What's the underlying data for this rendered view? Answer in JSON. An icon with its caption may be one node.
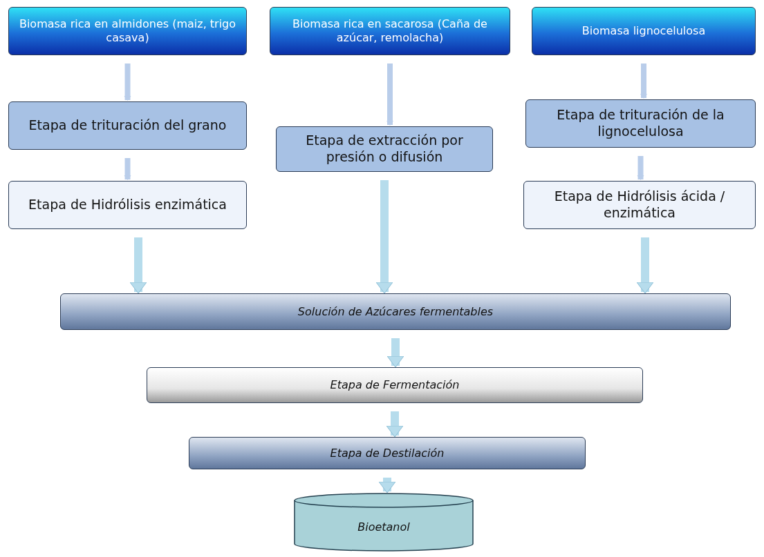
{
  "diagram": {
    "nodes": [
      {
        "text": [
          "Biomasa rica en almidones (maiz, trigo casava)"
        ]
      },
      {
        "text": [
          "Biomasa rica en sacarosa (Caña de azúcar, remolacha)"
        ]
      },
      {
        "text": [
          "Biomasa lignocelulosa"
        ]
      },
      {
        "text": [
          "Etapa de trituración del grano"
        ]
      },
      {
        "text": [
          "Etapa de extracción por presión o difusión"
        ]
      },
      {
        "text": [
          "Etapa de trituración de la lignocelulosa"
        ]
      },
      {
        "text": [
          "Etapa de Hidrólisis enzimática"
        ]
      },
      {
        "text": [
          "Etapa de Hidrólisis ácida / enzimática"
        ]
      },
      {
        "text": [
          "Solución de Azúcares fermentables"
        ]
      },
      {
        "text": [
          "Etapa de Fermentación"
        ]
      },
      {
        "text": [
          "Etapa de Destilación"
        ]
      },
      {
        "text": [
          "Bioetanol"
        ]
      }
    ],
    "edges": [
      {
        "from": 0,
        "to": 3,
        "arrow": "to"
      },
      {
        "from": 3,
        "to": 6,
        "arrow": "to"
      },
      {
        "from": 6,
        "to": 8,
        "arrow": "to"
      },
      {
        "from": 1,
        "to": 4,
        "arrow": "to"
      },
      {
        "from": 4,
        "to": 8,
        "arrow": "to"
      },
      {
        "from": 2,
        "to": 5,
        "arrow": "to"
      },
      {
        "from": 5,
        "to": 7,
        "arrow": "to"
      },
      {
        "from": 7,
        "to": 8,
        "arrow": "to"
      },
      {
        "from": 8,
        "to": 9,
        "arrow": "to"
      },
      {
        "from": 9,
        "to": 10,
        "arrow": "to"
      },
      {
        "from": 10,
        "to": 11,
        "arrow": "to"
      }
    ]
  }
}
